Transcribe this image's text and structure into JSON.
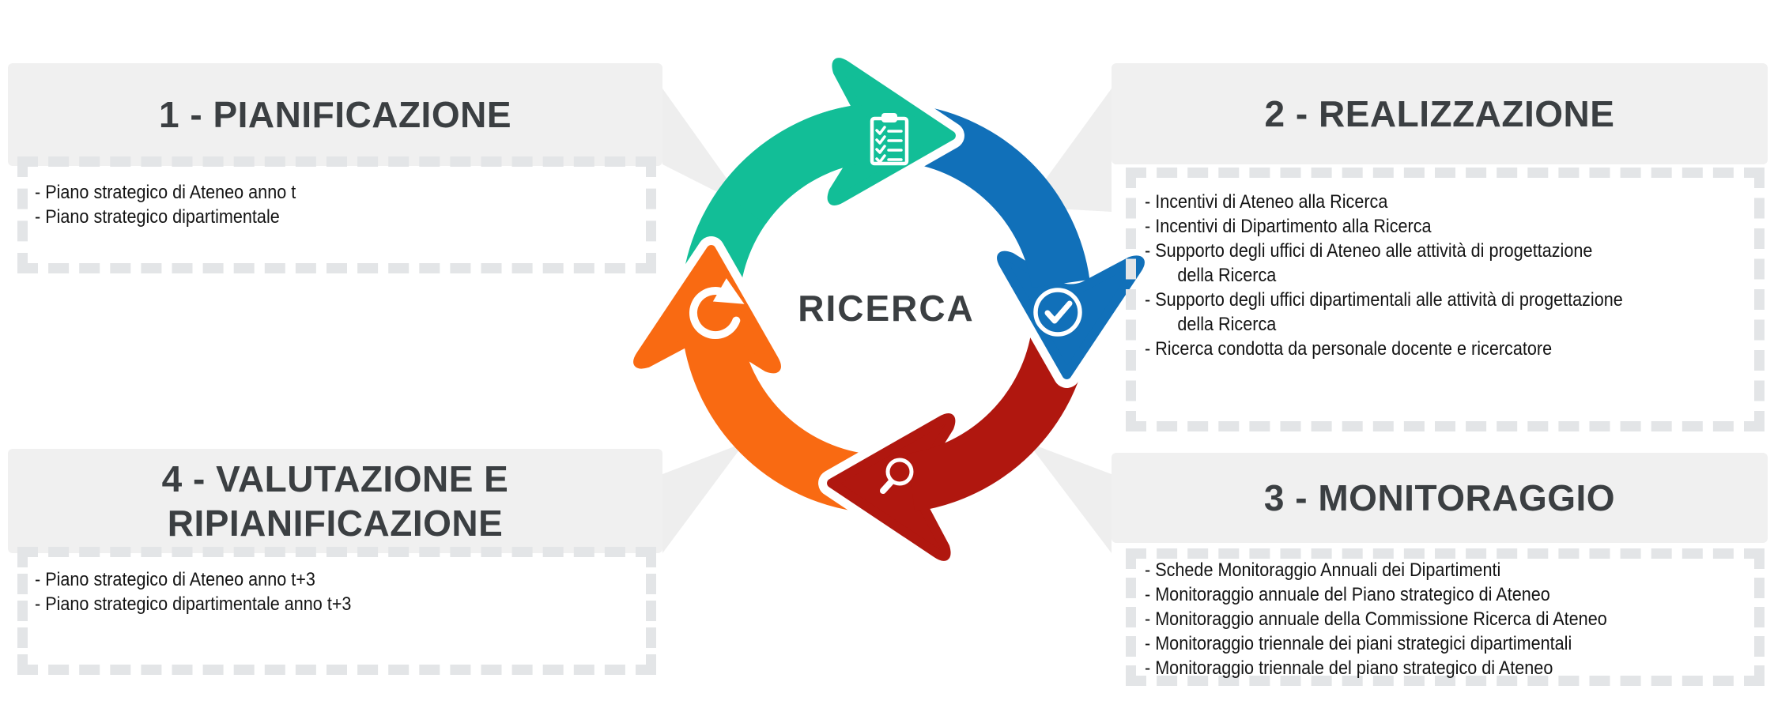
{
  "cycle": {
    "center_label": "RICERCA"
  },
  "colors": {
    "teal": "#12BE97",
    "blue": "#1170B9",
    "dark_red": "#B0170F",
    "orange": "#F96A12",
    "panel_background": "#F0F0F0",
    "beam": "#EEEEEE",
    "dashed_border": "#E3E5E7",
    "title_text": "#3B3F42",
    "body_text": "#141414"
  },
  "phases": [
    {
      "number": "1",
      "title_lines": [
        "1 - PIANIFICAZIONE"
      ],
      "color": "#12BE97",
      "icon": "clipboard-checklist",
      "items": [
        {
          "text": "- Piano strategico di Ateneo anno t",
          "indent": false
        },
        {
          "text": "- Piano strategico dipartimentale",
          "indent": false
        }
      ]
    },
    {
      "number": "2",
      "title_lines": [
        "2 - REALIZZAZIONE"
      ],
      "color": "#1170B9",
      "icon": "check-circle",
      "items": [
        {
          "text": "- Incentivi di Ateneo alla Ricerca",
          "indent": false
        },
        {
          "text": "- Incentivi di Dipartimento alla Ricerca",
          "indent": false
        },
        {
          "text": "- Supporto degli uffici di Ateneo alle attività di progettazione",
          "indent": false
        },
        {
          "text": "della Ricerca",
          "indent": true
        },
        {
          "text": "- Supporto degli uffici dipartimentali alle attività di progettazione",
          "indent": false
        },
        {
          "text": "della Ricerca",
          "indent": true
        },
        {
          "text": "- Ricerca condotta da personale docente e ricercatore",
          "indent": false
        }
      ]
    },
    {
      "number": "3",
      "title_lines": [
        "3 - MONITORAGGIO"
      ],
      "color": "#B0170F",
      "icon": "magnifier",
      "items": [
        {
          "text": "- Schede Monitoraggio Annuali dei Dipartimenti",
          "indent": false
        },
        {
          "text": "- Monitoraggio annuale del Piano strategico di Ateneo",
          "indent": false
        },
        {
          "text": "- Monitoraggio annuale della Commissione Ricerca di Ateneo",
          "indent": false
        },
        {
          "text": "- Monitoraggio triennale dei piani strategici dipartimentali",
          "indent": false
        },
        {
          "text": "- Monitoraggio triennale del piano strategico di Ateneo",
          "indent": false
        }
      ]
    },
    {
      "number": "4",
      "title_lines": [
        "4 - VALUTAZIONE E",
        "RIPIANIFICAZIONE"
      ],
      "color": "#F96A12",
      "icon": "refresh-arrow",
      "items": [
        {
          "text": "- Piano strategico di Ateneo anno t+3",
          "indent": false
        },
        {
          "text": "- Piano strategico dipartimentale anno t+3",
          "indent": false
        }
      ]
    }
  ]
}
